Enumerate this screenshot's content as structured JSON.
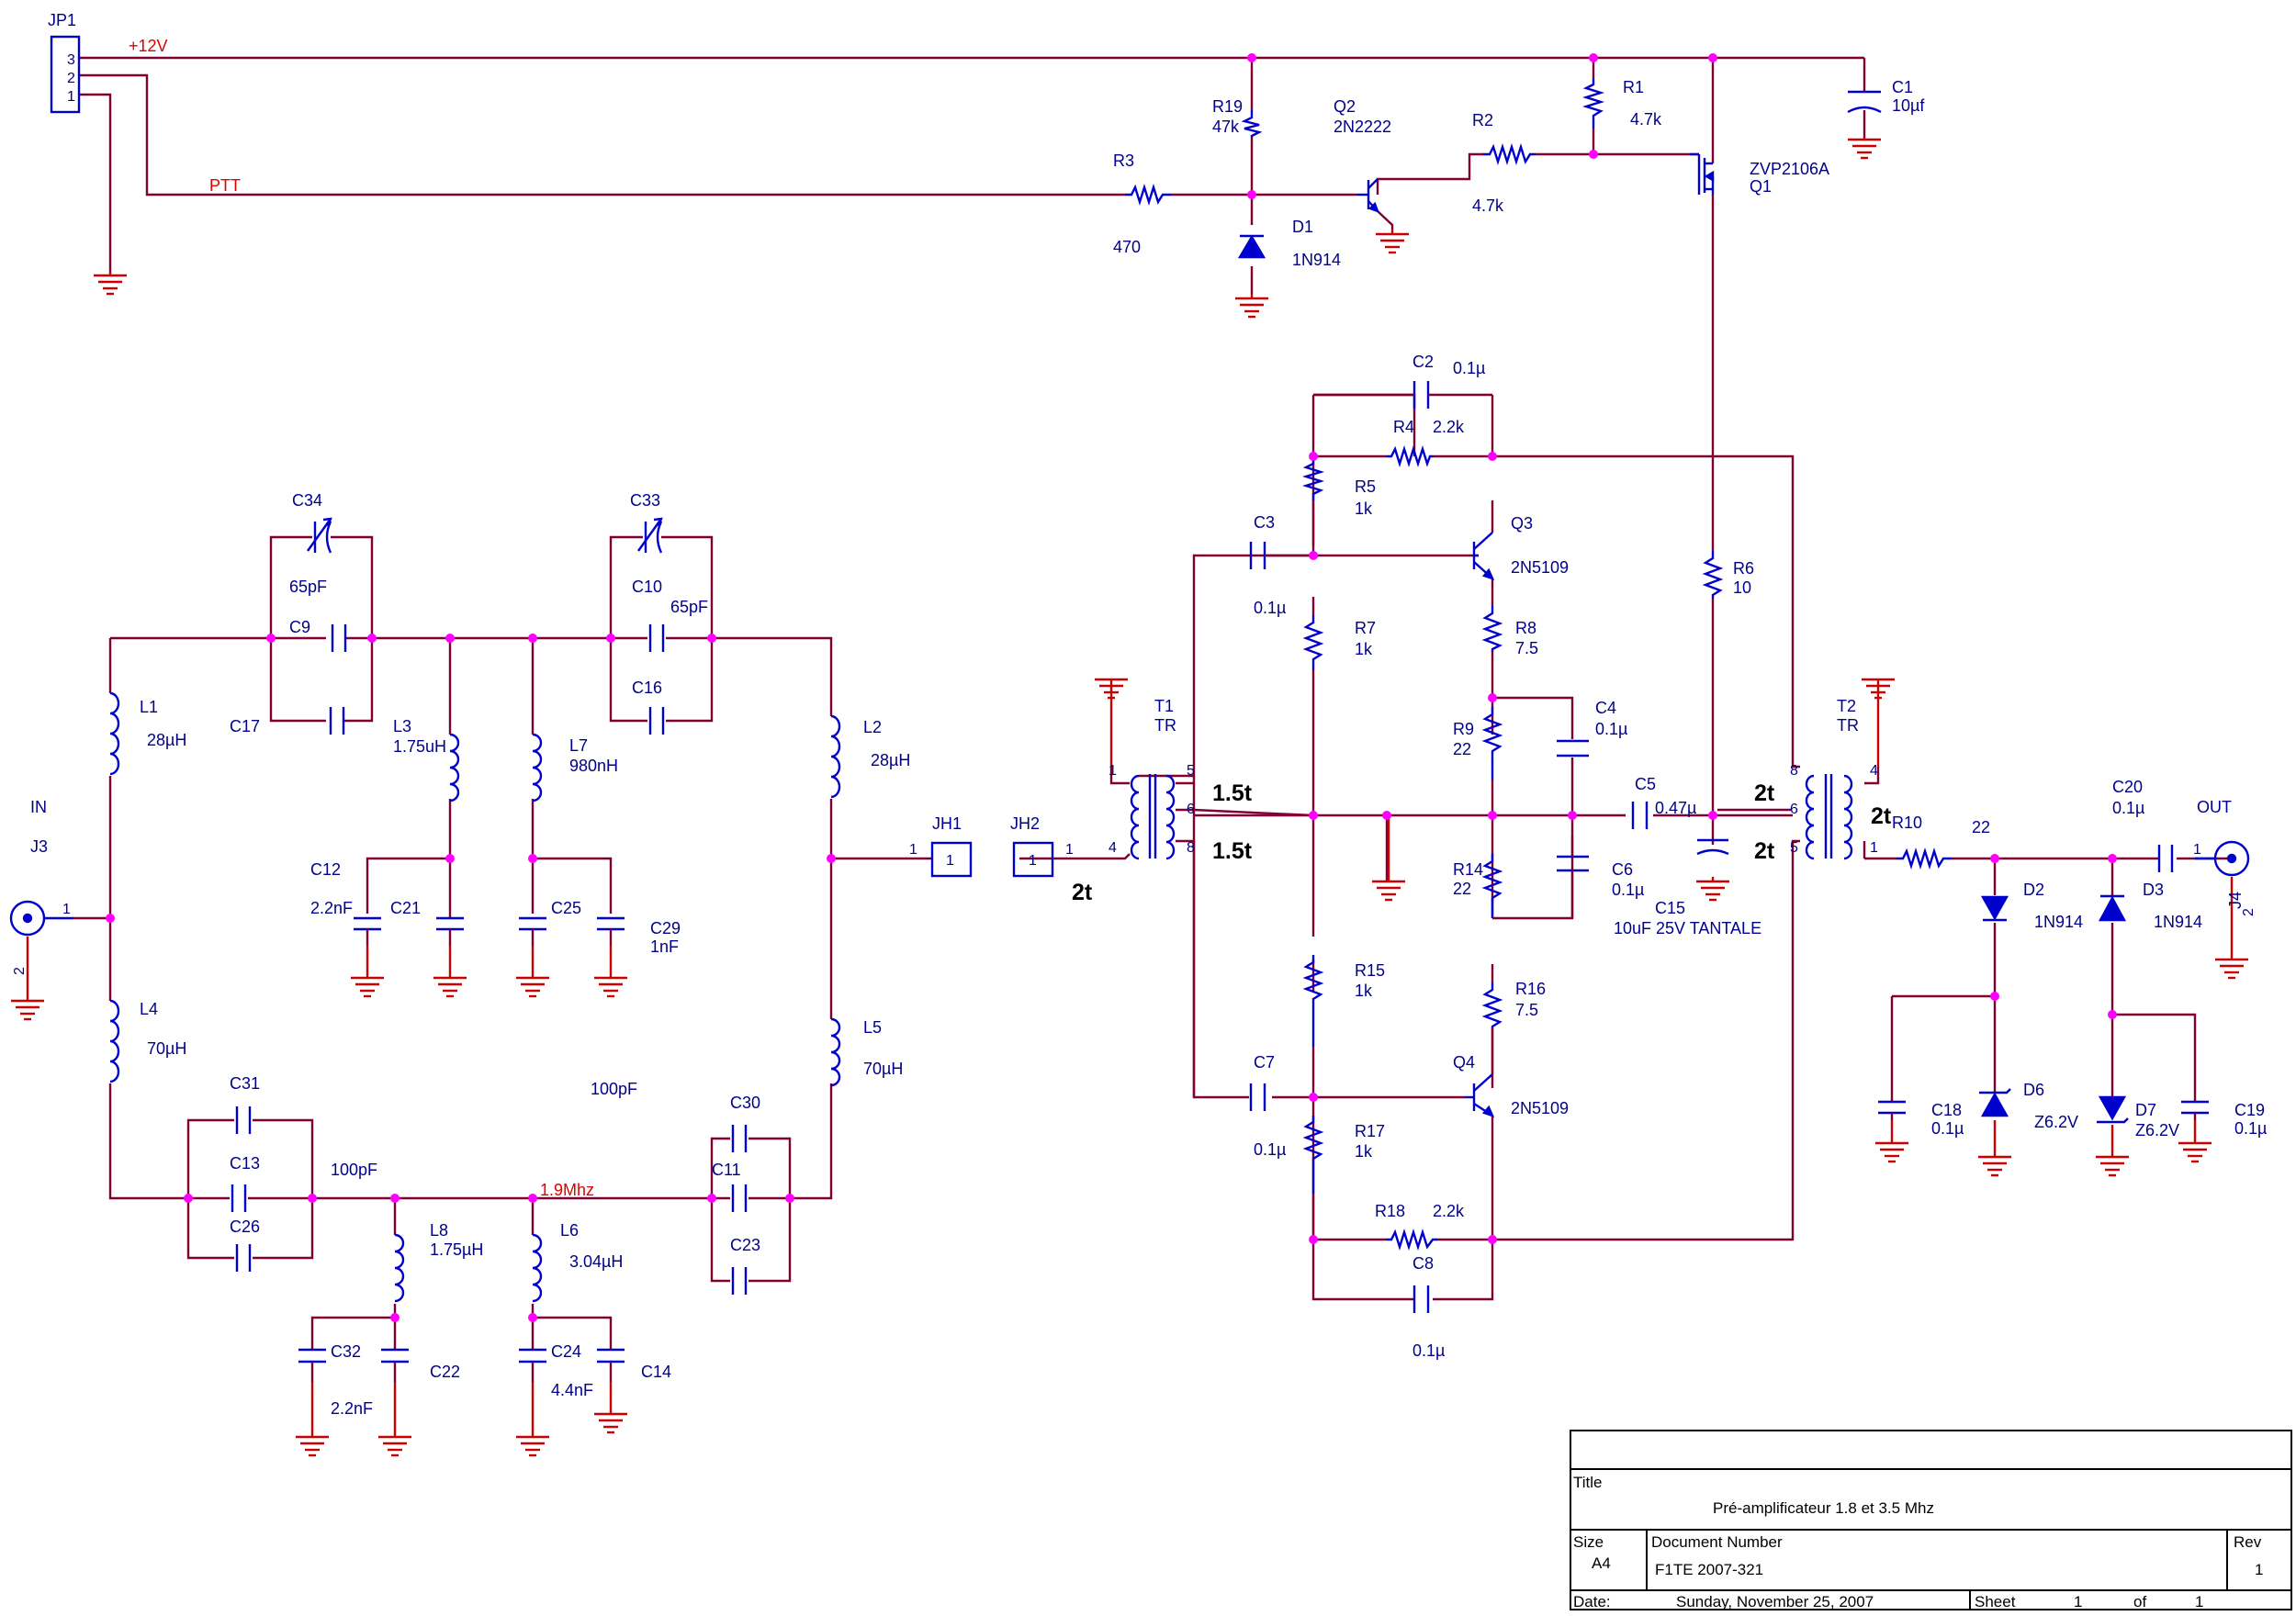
{
  "labels": {
    "JP1": "JP1",
    "pin3": "3",
    "pin2": "2",
    "pin1": "1",
    "p12v": "+12V",
    "ptt": "PTT",
    "R19": "R19",
    "R19v": "47k",
    "Q2": "Q2",
    "Q2v": "2N2222",
    "R2": "R2",
    "R2v": "4.7k",
    "R1": "R1",
    "R1v": "4.7k",
    "C1": "C1",
    "C1v": "10µf",
    "R3": "R3",
    "R3v": "470",
    "D1": "D1",
    "D1v": "1N914",
    "Q1": "Q1",
    "Q1v": "ZVP2106A",
    "C2": "C2",
    "C2v": "0.1µ",
    "R4": "R4",
    "R4v": "2.2k",
    "R5": "R5",
    "R5v": "1k",
    "Q3": "Q3",
    "Q3v": "2N5109",
    "C3": "C3",
    "C3v": "0.1µ",
    "R6": "R6",
    "R6v": "10",
    "R7": "R7",
    "R7v": "1k",
    "R8": "R8",
    "R8v": "7.5",
    "R9": "R9",
    "R9v": "22",
    "C4": "C4",
    "C4v": "0.1µ",
    "C5": "C5",
    "C5v": "0.47µ",
    "C6": "C6",
    "C6v": "0.1µ",
    "C15": "C15",
    "C15v": "10uF 25V TANTALE",
    "R14": "R14",
    "R14v": "22",
    "R15": "R15",
    "R15v": "1k",
    "R16": "R16",
    "R16v": "7.5",
    "Q4": "Q4",
    "Q4v": "2N5109",
    "C7": "C7",
    "C7v": "0.1µ",
    "R17": "R17",
    "R17v": "1k",
    "R18": "R18",
    "R18v": "2.2k",
    "C8": "C8",
    "C8v": "0.1µ",
    "T1": "T1",
    "T1v": "TR",
    "T2": "T2",
    "T2v": "TR",
    "t15a": "1.5t",
    "t15b": "1.5t",
    "t2a": "2t",
    "t2b": "2t",
    "t2c": "2t",
    "t2d": "2t",
    "JH1": "JH1",
    "JH2": "JH2",
    "IN": "IN",
    "J3": "J3",
    "J4": "J4",
    "OUT": "OUT",
    "C34": "C34",
    "C34v": "65pF",
    "C33": "C33",
    "C10": "C10",
    "C10v": "65pF",
    "C9": "C9",
    "C16": "C16",
    "C17": "C17",
    "L1": "L1",
    "L1v": "28µH",
    "L2": "L2",
    "L2v": "28µH",
    "L3": "L3",
    "L3v": "1.75uH",
    "L7": "L7",
    "L7v": "980nH",
    "C12": "C12",
    "C12v": "2.2nF",
    "C21": "C21",
    "C25": "C25",
    "C29": "C29",
    "C29v": "1nF",
    "L4": "L4",
    "L4v": "70µH",
    "L5": "L5",
    "L5v": "70µH",
    "v100pF": "100pF",
    "v100pF2": "100pF",
    "C31": "C31",
    "C13": "C13",
    "C26": "C26",
    "freq": "1.9Mhz",
    "C30": "C30",
    "C11": "C11",
    "C23": "C23",
    "L8": "L8",
    "L8v": "1.75µH",
    "L6": "L6",
    "L6v": "3.04µH",
    "C32": "C32",
    "C32v": "2.2nF",
    "C22": "C22",
    "C24": "C24",
    "C24v": "4.4nF",
    "C14": "C14",
    "R10": "R10",
    "R10v": "22",
    "C20": "C20",
    "C20v": "0.1µ",
    "D2": "D2",
    "D2v": "1N914",
    "D3": "D3",
    "D3v": "1N914",
    "C18": "C18",
    "C18v": "0.1µ",
    "D6": "D6",
    "D6v": "Z6.2V",
    "D7": "D7",
    "D7v": "Z6.2V",
    "C19": "C19",
    "C19v": "0.1µ"
  },
  "title_block": {
    "title_label": "Title",
    "title": "Pré-amplificateur 1.8 et 3.5 Mhz",
    "size_label": "Size",
    "size": "A4",
    "docnum_label": "Document Number",
    "docnum": "F1TE 2007-321",
    "rev_label": "Rev",
    "rev": "1",
    "date_label": "Date:",
    "date": "Sunday, November 25, 2007",
    "sheet_label": "Sheet",
    "sheet": "1",
    "of_label": "of",
    "of": "1"
  },
  "colors": {
    "wire": "#800033",
    "part": "#0000cc",
    "junction": "#ff00ff",
    "ground": "#cc0000"
  }
}
